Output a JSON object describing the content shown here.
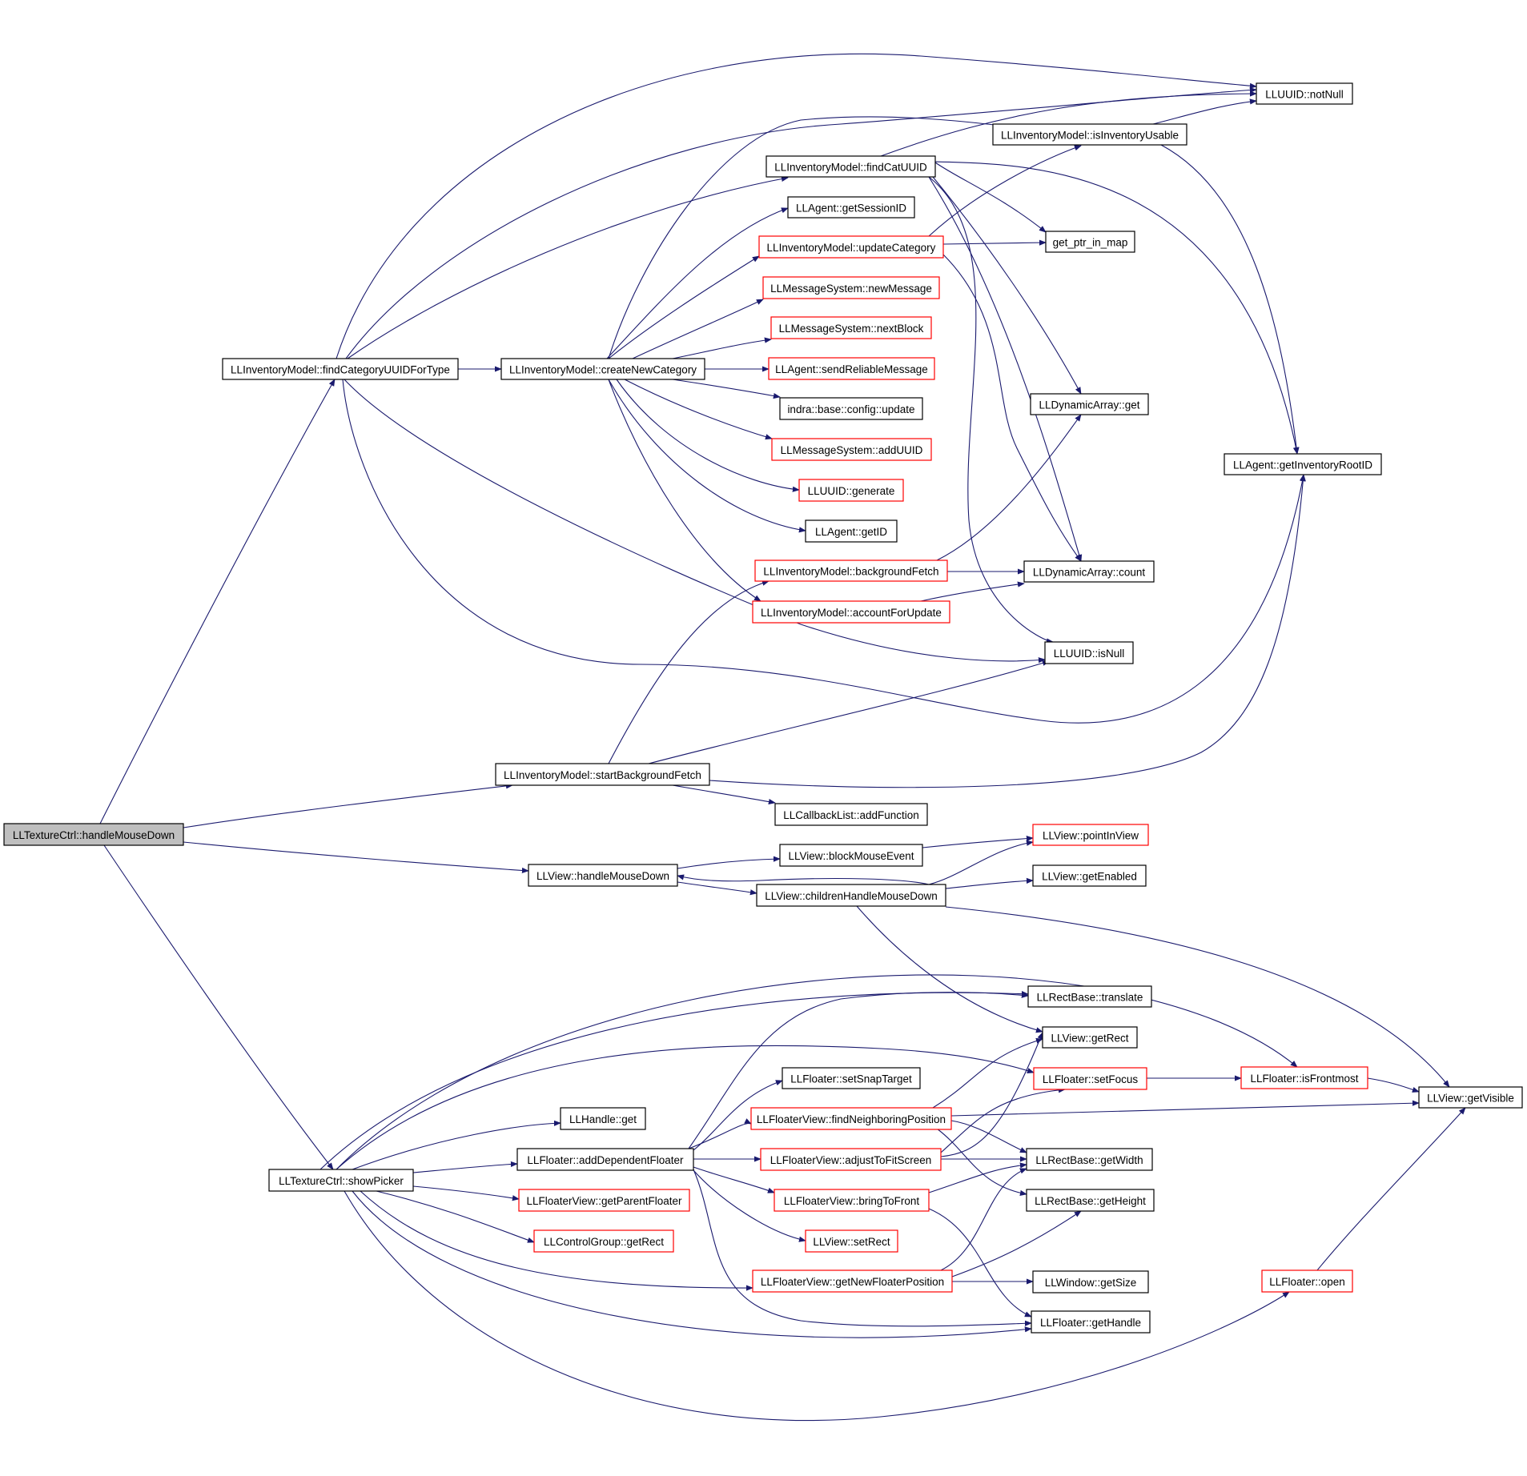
{
  "colors": {
    "edge": "#1a1a6e",
    "border_normal": "#000000",
    "border_truncated": "#ff0000",
    "root_fill": "#bfbfbf"
  },
  "nodes": {
    "handleMouseDownRoot": "LLTextureCtrl::handleMouseDown",
    "findCategoryUUIDForType": "LLInventoryModel::findCategoryUUIDForType",
    "createNewCategory": "LLInventoryModel::createNewCategory",
    "findCatUUID": "LLInventoryModel::findCatUUID",
    "isInventoryUsable": "LLInventoryModel::isInventoryUsable",
    "notNull": "LLUUID::notNull",
    "getSessionID": "LLAgent::getSessionID",
    "updateCategory": "LLInventoryModel::updateCategory",
    "getPtrInMap": "get_ptr_in_map",
    "newMessage": "LLMessageSystem::newMessage",
    "nextBlock": "LLMessageSystem::nextBlock",
    "sendReliableMessage": "LLAgent::sendReliableMessage",
    "configUpdate": "indra::base::config::update",
    "dynArrayGet": "LLDynamicArray::get",
    "addUUID": "LLMessageSystem::addUUID",
    "getInventoryRootID": "LLAgent::getInventoryRootID",
    "uuidGenerate": "LLUUID::generate",
    "agentGetID": "LLAgent::getID",
    "backgroundFetch": "LLInventoryModel::backgroundFetch",
    "dynArrayCount": "LLDynamicArray::count",
    "accountForUpdate": "LLInventoryModel::accountForUpdate",
    "isNull": "LLUUID::isNull",
    "startBackgroundFetch": "LLInventoryModel::startBackgroundFetch",
    "addFunction": "LLCallbackList::addFunction",
    "pointInView": "LLView::pointInView",
    "blockMouseEvent": "LLView::blockMouseEvent",
    "viewHandleMouseDown": "LLView::handleMouseDown",
    "getEnabled": "LLView::getEnabled",
    "childrenHandleMouseDown": "LLView::childrenHandleMouseDown",
    "translate": "LLRectBase::translate",
    "viewGetRect": "LLView::getRect",
    "setSnapTarget": "LLFloater::setSnapTarget",
    "setFocus": "LLFloater::setFocus",
    "isFrontmost": "LLFloater::isFrontmost",
    "getVisible": "LLView::getVisible",
    "handleGet": "LLHandle::get",
    "findNeighboringPosition": "LLFloaterView::findNeighboringPosition",
    "addDependentFloater": "LLFloater::addDependentFloater",
    "adjustToFitScreen": "LLFloaterView::adjustToFitScreen",
    "getWidth": "LLRectBase::getWidth",
    "showPicker": "LLTextureCtrl::showPicker",
    "getParentFloater": "LLFloaterView::getParentFloater",
    "bringToFront": "LLFloaterView::bringToFront",
    "getHeight": "LLRectBase::getHeight",
    "controlGroupGetRect": "LLControlGroup::getRect",
    "setRect": "LLView::setRect",
    "getNewFloaterPosition": "LLFloaterView::getNewFloaterPosition",
    "getSize": "LLWindow::getSize",
    "floaterOpen": "LLFloater::open",
    "getHandle": "LLFloater::getHandle"
  }
}
